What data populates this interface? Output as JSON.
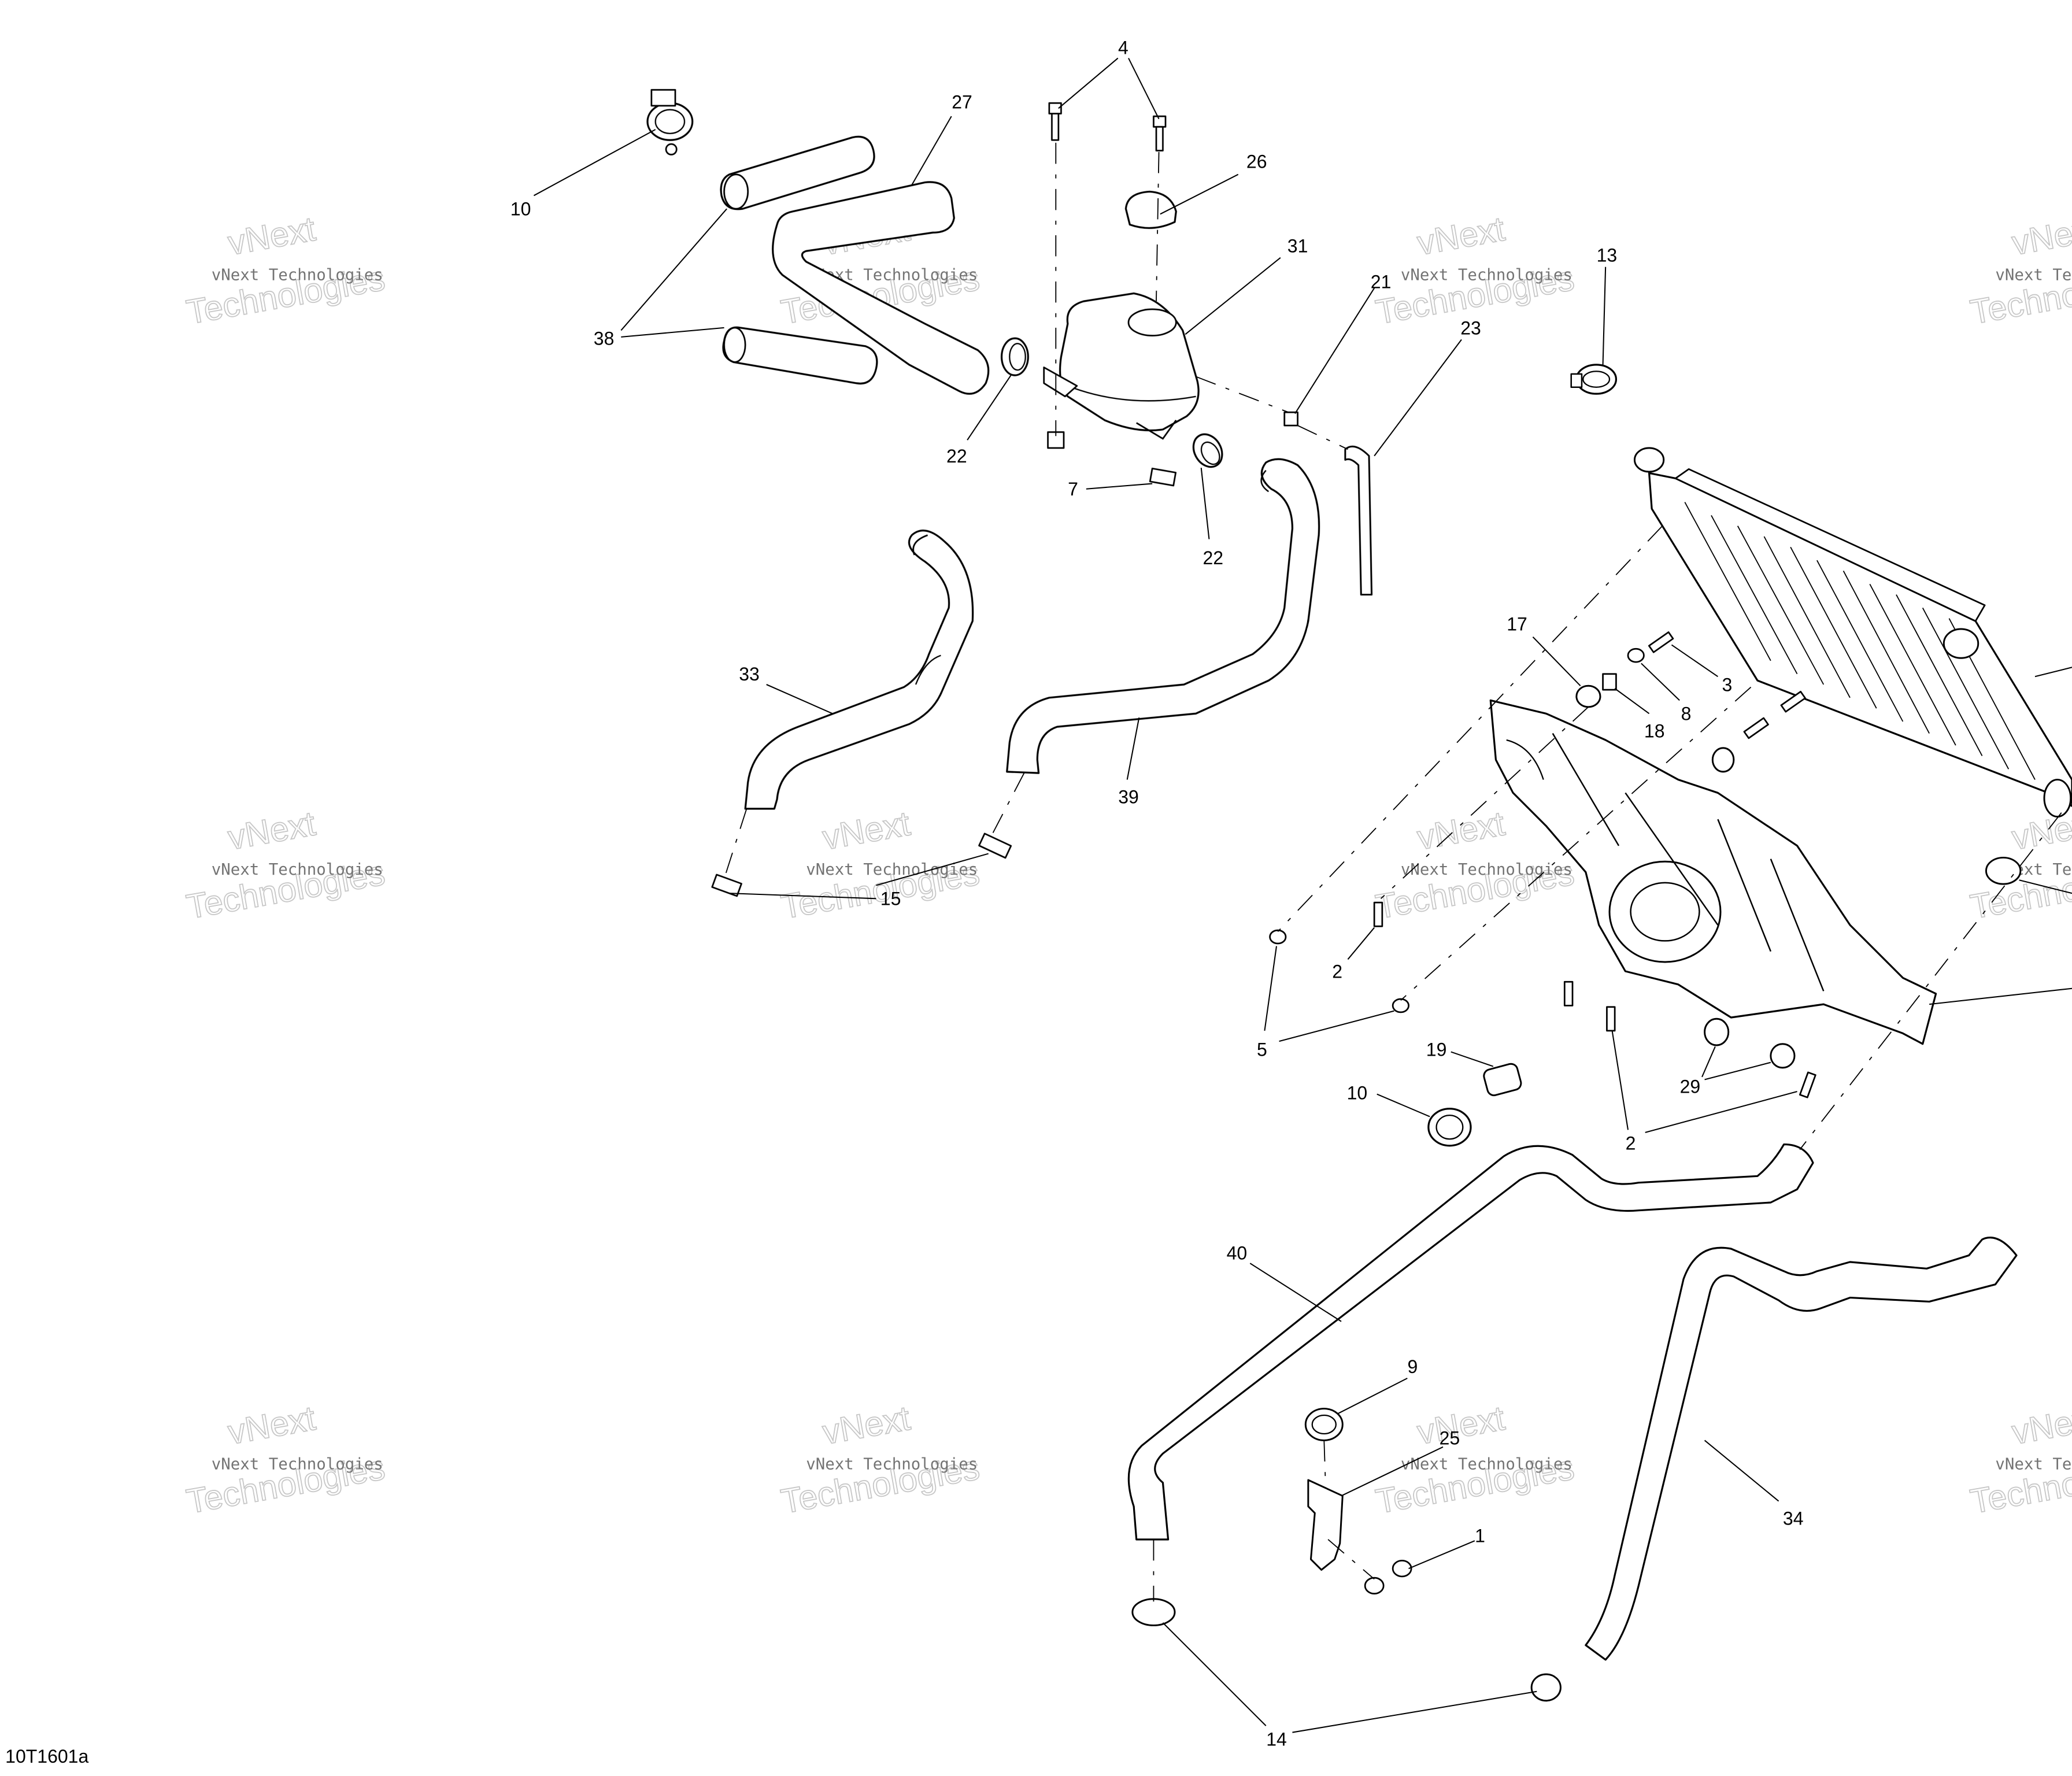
{
  "diagram": {
    "id_label": "10T1601a",
    "watermark_line1": "vNext Technologies",
    "watermark_line2": "vNext",
    "watermark_line3": "Technologies"
  },
  "callouts": [
    {
      "key": "c4",
      "text": "4"
    },
    {
      "key": "c27",
      "text": "27"
    },
    {
      "key": "c26",
      "text": "26"
    },
    {
      "key": "c31",
      "text": "31"
    },
    {
      "key": "c21",
      "text": "21"
    },
    {
      "key": "c23",
      "text": "23"
    },
    {
      "key": "c13",
      "text": "13"
    },
    {
      "key": "c10a",
      "text": "10"
    },
    {
      "key": "c38",
      "text": "38"
    },
    {
      "key": "c22a",
      "text": "22"
    },
    {
      "key": "c7",
      "text": "7"
    },
    {
      "key": "c22b",
      "text": "22"
    },
    {
      "key": "c33",
      "text": "33"
    },
    {
      "key": "c39",
      "text": "39"
    },
    {
      "key": "c15",
      "text": "15"
    },
    {
      "key": "c17",
      "text": "17"
    },
    {
      "key": "c3",
      "text": "3"
    },
    {
      "key": "c8",
      "text": "8"
    },
    {
      "key": "c18",
      "text": "18"
    },
    {
      "key": "c2a",
      "text": "2"
    },
    {
      "key": "c5",
      "text": "5"
    },
    {
      "key": "c19",
      "text": "19"
    },
    {
      "key": "c10b",
      "text": "10"
    },
    {
      "key": "c29",
      "text": "29"
    },
    {
      "key": "c2b",
      "text": "2"
    },
    {
      "key": "c40",
      "text": "40"
    },
    {
      "key": "c9",
      "text": "9"
    },
    {
      "key": "c25",
      "text": "25"
    },
    {
      "key": "c1",
      "text": "1"
    },
    {
      "key": "c34",
      "text": "34"
    },
    {
      "key": "c14",
      "text": "14"
    }
  ]
}
